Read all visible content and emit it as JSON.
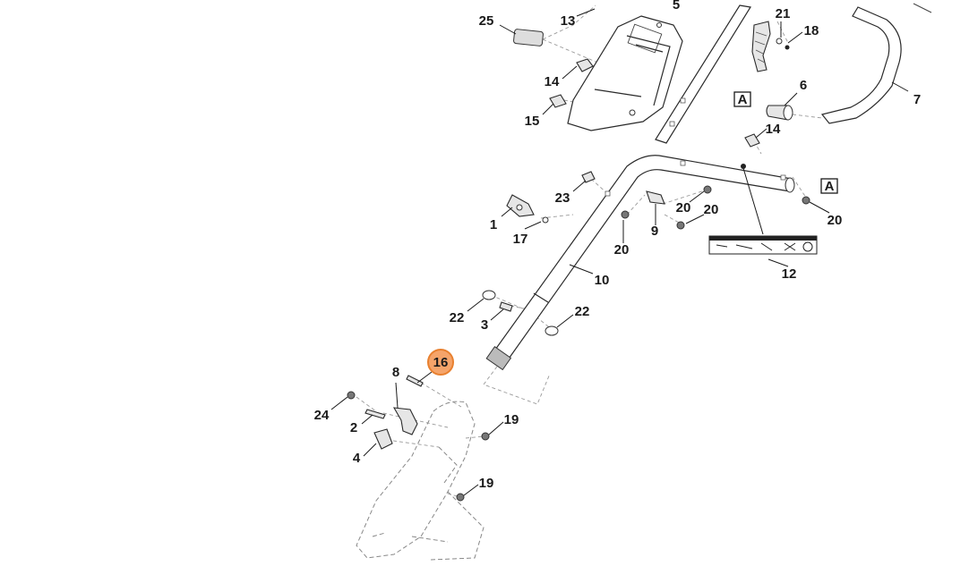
{
  "diagram": {
    "callouts": [
      {
        "id": "c25",
        "label": "25"
      },
      {
        "id": "c13",
        "label": "13"
      },
      {
        "id": "c5",
        "label": "5"
      },
      {
        "id": "c21",
        "label": "21"
      },
      {
        "id": "c18",
        "label": "18"
      },
      {
        "id": "c14a",
        "label": "14"
      },
      {
        "id": "c15",
        "label": "15"
      },
      {
        "id": "c6",
        "label": "6"
      },
      {
        "id": "c7",
        "label": "7"
      },
      {
        "id": "c14b",
        "label": "14"
      },
      {
        "id": "c23",
        "label": "23"
      },
      {
        "id": "c1",
        "label": "1"
      },
      {
        "id": "c17",
        "label": "17"
      },
      {
        "id": "c20a",
        "label": "20"
      },
      {
        "id": "c20b",
        "label": "20"
      },
      {
        "id": "c20c",
        "label": "20"
      },
      {
        "id": "c20d",
        "label": "20"
      },
      {
        "id": "c9",
        "label": "9"
      },
      {
        "id": "c10",
        "label": "10"
      },
      {
        "id": "c12",
        "label": "12"
      },
      {
        "id": "c22a",
        "label": "22"
      },
      {
        "id": "c3",
        "label": "3"
      },
      {
        "id": "c22b",
        "label": "22"
      },
      {
        "id": "c8",
        "label": "8"
      },
      {
        "id": "c24",
        "label": "24"
      },
      {
        "id": "c2",
        "label": "2"
      },
      {
        "id": "c4",
        "label": "4"
      },
      {
        "id": "c19a",
        "label": "19"
      },
      {
        "id": "c19b",
        "label": "19"
      }
    ],
    "highlighted_callout": {
      "label": "16",
      "color": "#f5a46a",
      "border_color": "#e8802f"
    },
    "reference_markers": [
      {
        "id": "refA1",
        "label": "A"
      },
      {
        "id": "refA2",
        "label": "A"
      }
    ]
  }
}
